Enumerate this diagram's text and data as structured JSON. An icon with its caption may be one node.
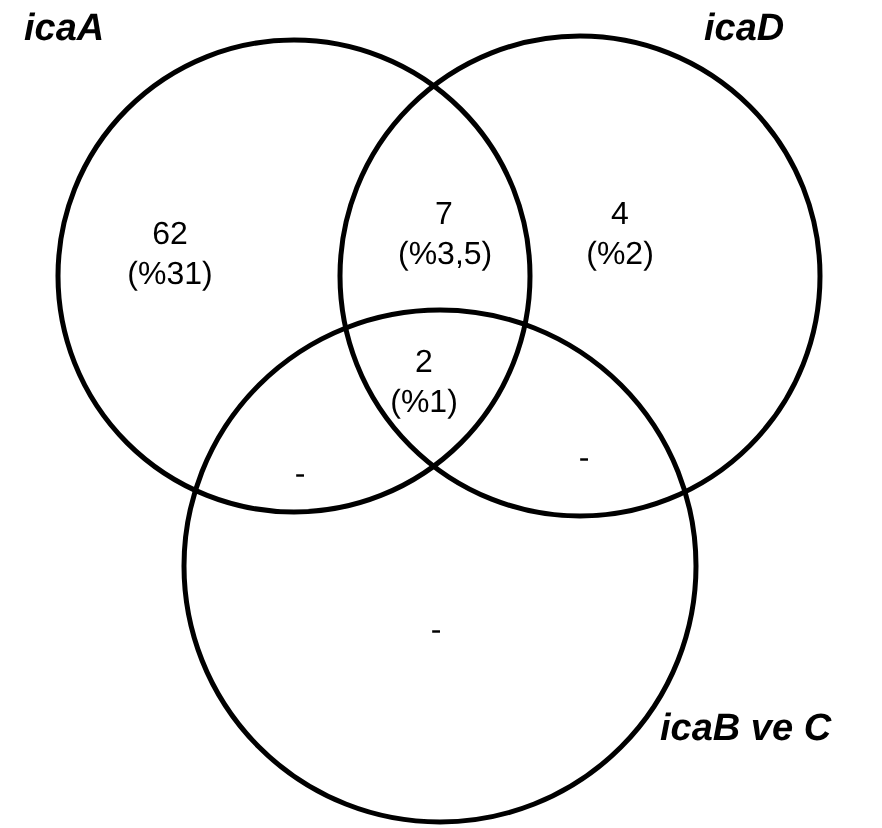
{
  "diagram": {
    "nodes": [
      {
        "text": [
          "icaA"
        ]
      },
      {
        "text": [
          "icaD"
        ]
      },
      {
        "text": [
          "icaB ve C"
        ]
      }
    ],
    "edges": [],
    "labels": [
      "62 (%31)",
      "7 (%3,5)",
      "4 (%2)",
      "2 (%1)",
      "-",
      "-",
      "-"
    ]
  }
}
